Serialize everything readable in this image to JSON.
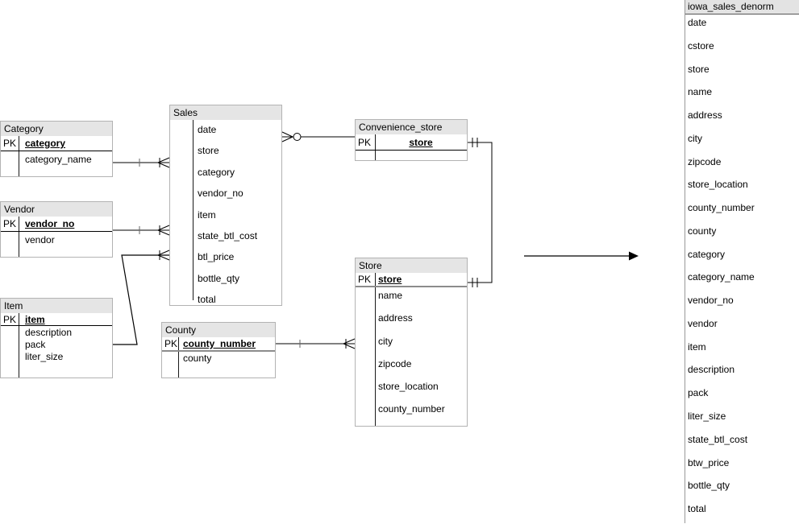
{
  "diagram": {
    "tables": {
      "category": {
        "title": "Category",
        "pk_label": "PK",
        "pk": "category",
        "fields": [
          "category_name"
        ]
      },
      "vendor": {
        "title": "Vendor",
        "pk_label": "PK",
        "pk": "vendor_no",
        "fields": [
          "vendor"
        ]
      },
      "item": {
        "title": "Item",
        "pk_label": "PK",
        "pk": "item",
        "fields": [
          "description",
          "pack",
          "liter_size"
        ]
      },
      "sales": {
        "title": "Sales",
        "fields": [
          "date",
          "store",
          "category",
          "vendor_no",
          "item",
          "state_btl_cost",
          "btl_price",
          "bottle_qty",
          "total"
        ]
      },
      "convenience_store": {
        "title": "Convenience_store",
        "pk_label": "PK",
        "pk": "store"
      },
      "store": {
        "title": "Store",
        "pk_label": "PK",
        "pk": "store",
        "fields": [
          "name",
          "address",
          "city",
          "zipcode",
          "store_location",
          "county_number"
        ]
      },
      "county": {
        "title": "County",
        "pk_label": "PK",
        "pk": "county_number",
        "fields": [
          "county"
        ]
      }
    },
    "denorm_table": {
      "title": "iowa_sales_denorm",
      "fields": [
        "date",
        "cstore",
        "store",
        "name",
        "address",
        "city",
        "zipcode",
        "store_location",
        "county_number",
        "county",
        "category",
        "category_name",
        "vendor_no",
        "vendor",
        "item",
        "description",
        "pack",
        "liter_size",
        "state_btl_cost",
        "btw_price",
        "bottle_qty",
        "total"
      ]
    },
    "colors": {
      "header_fill": "#e5e5e5",
      "table_border": "#b3b3b3",
      "line_color": "#000000",
      "pk_rule_gray": "#8c8c8c"
    }
  }
}
